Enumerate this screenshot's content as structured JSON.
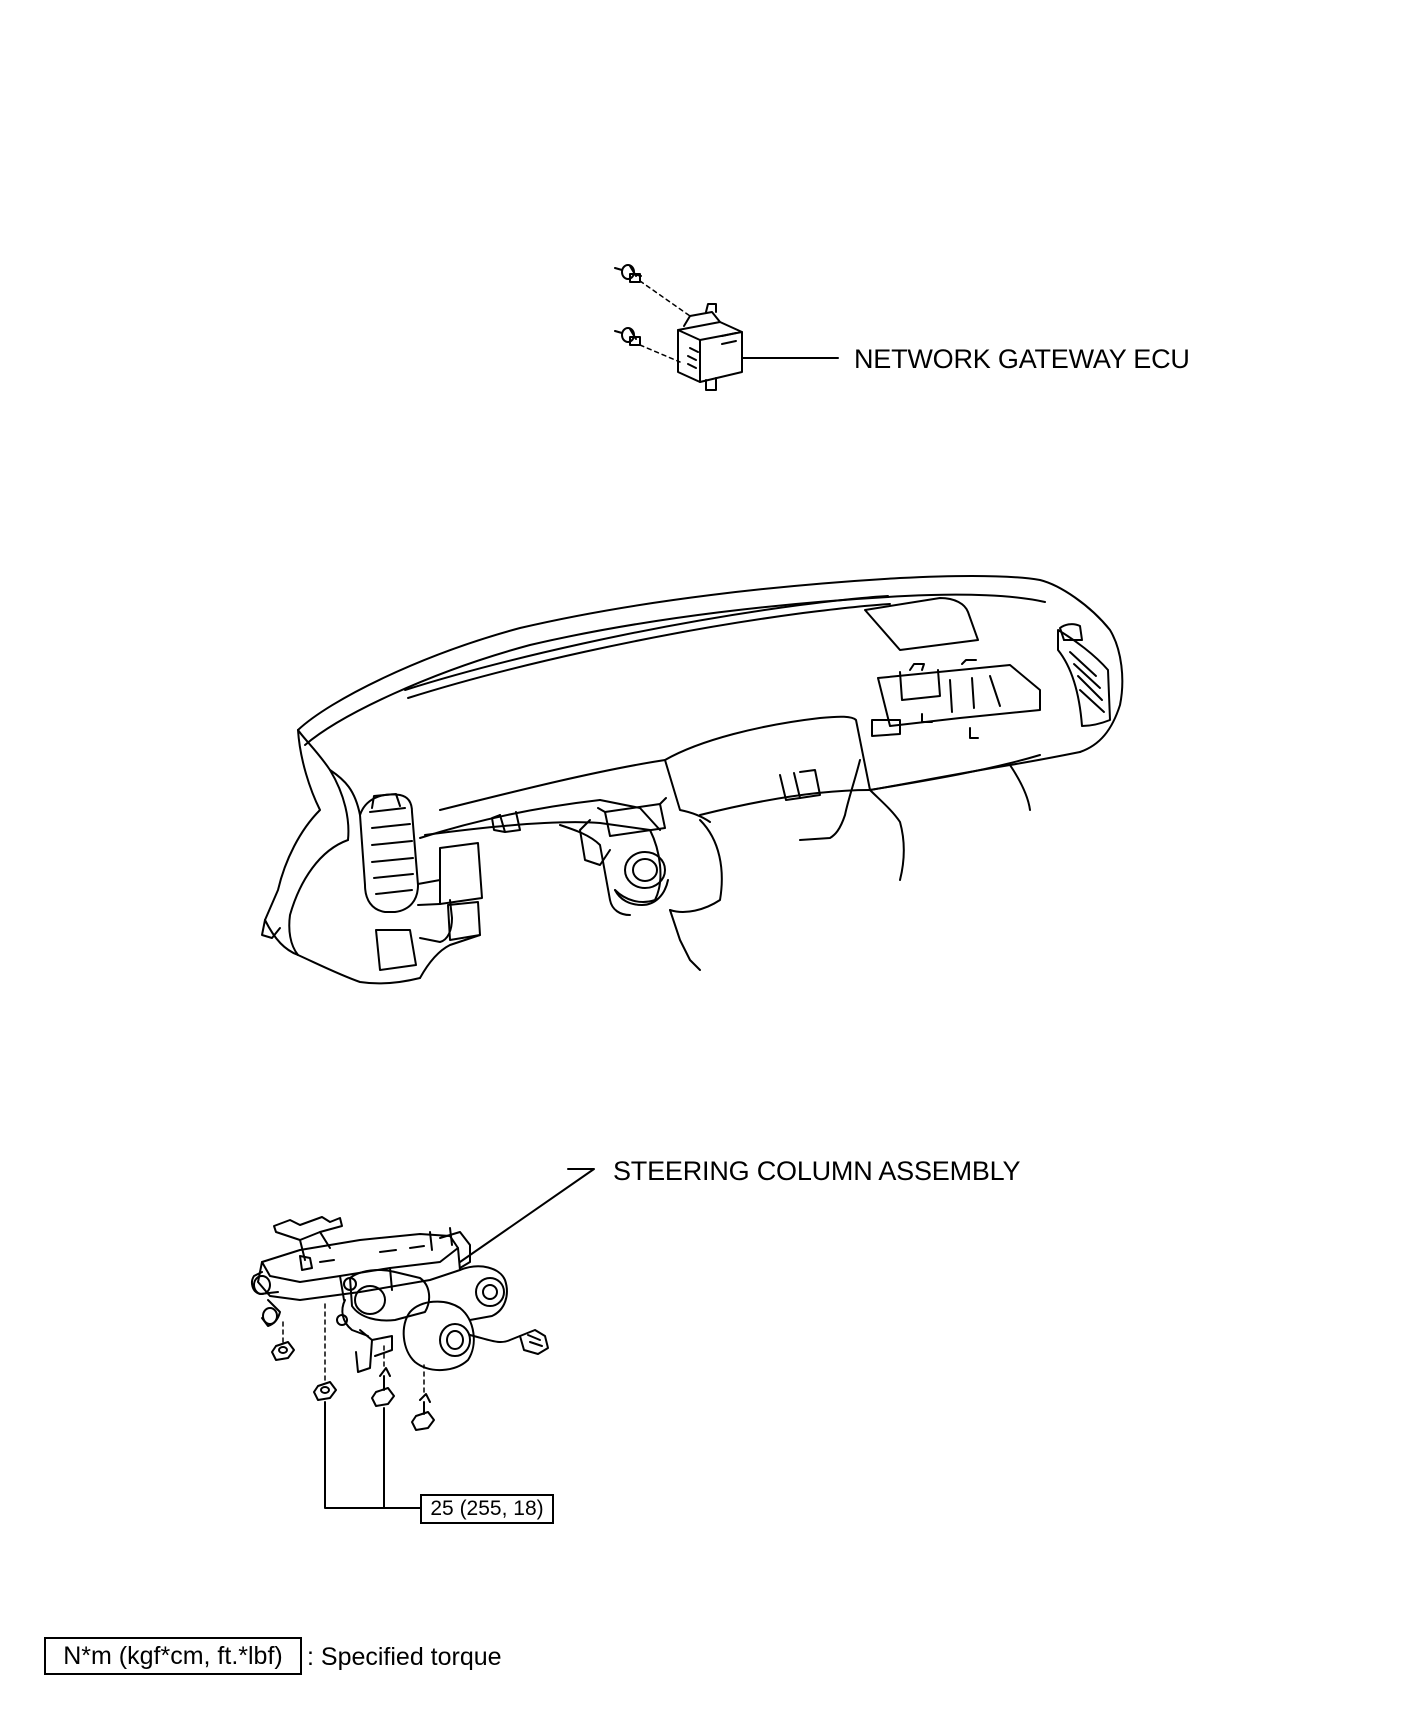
{
  "labels": {
    "network_gateway_ecu": "NETWORK GATEWAY ECU",
    "steering_column_assembly": "STEERING COLUMN ASSEMBLY"
  },
  "torque": {
    "value": "25 (255, 18)"
  },
  "legend": {
    "unit": "N*m (kgf*cm, ft.*lbf)",
    "description": ": Specified torque"
  }
}
